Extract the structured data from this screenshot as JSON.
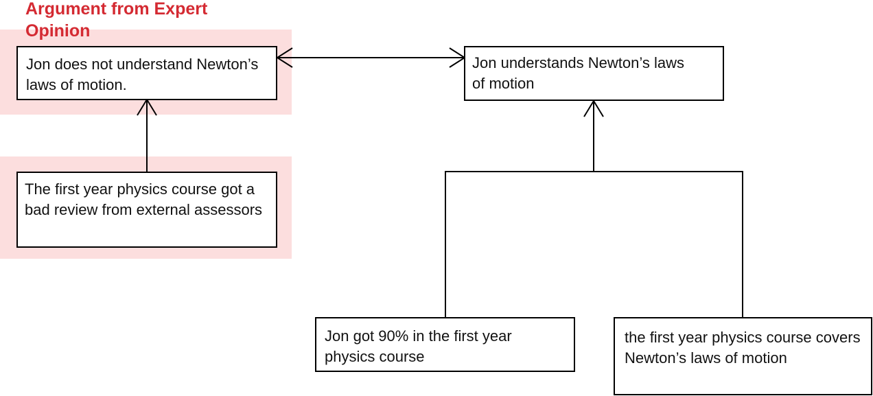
{
  "diagram": {
    "title": "Argument from Expert Opinion",
    "colors": {
      "highlight": "#fcdede",
      "title": "#d42a32",
      "line": "#000000"
    },
    "nodes": {
      "conclusion_left": "Jon does not understand Newton’s laws of motion.",
      "conclusion_right": "Jon understands Newton’s laws  of motion",
      "premise_review": "The first year physics course got a bad review from external assessors",
      "premise_score": "Jon got 90% in the first year physics course",
      "premise_coverage": "the first year physics course covers Newton’s laws of motion"
    }
  }
}
